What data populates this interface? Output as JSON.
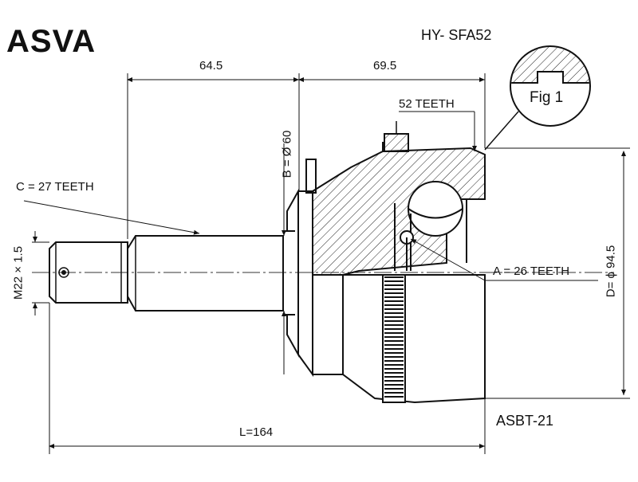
{
  "brand": "ASVA",
  "part_number": "HY- SFA52",
  "model_code": "ASBT-21",
  "dimensions": {
    "left_length": "64.5",
    "right_length": "69.5",
    "total_length": "L=164",
    "thread": "M22 × 1.5",
    "b_diameter": "B = Ø 60",
    "d_diameter": "D= ϕ 94.5"
  },
  "teeth": {
    "abs_ring": "52 TEETH",
    "outer_spline": "C = 27 TEETH",
    "inner_spline": "A = 26 TEETH"
  },
  "figure_label": "Fig 1"
}
